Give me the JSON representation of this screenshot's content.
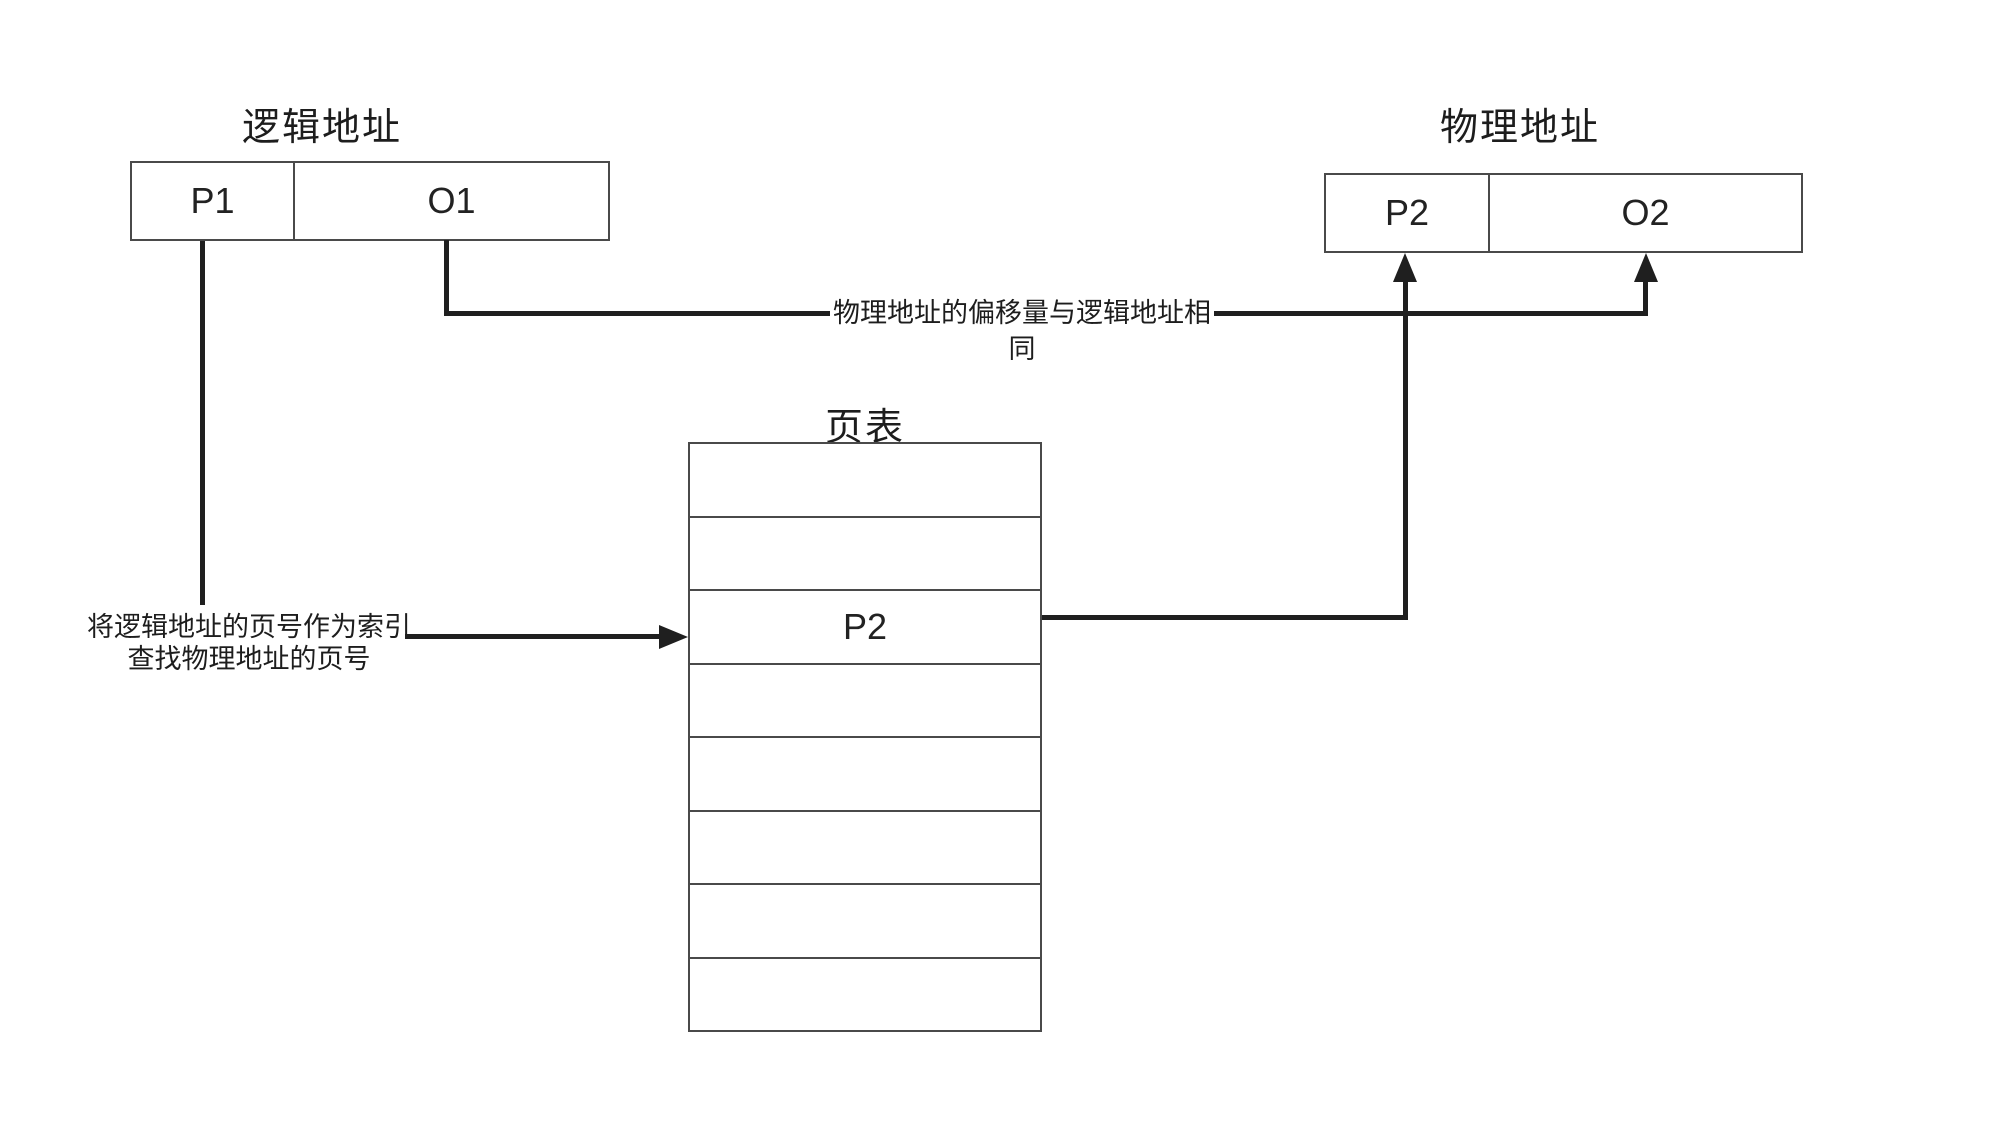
{
  "diagram": {
    "logical_address": {
      "title": "逻辑地址",
      "fields": [
        {
          "label": "P1"
        },
        {
          "label": "O1"
        }
      ]
    },
    "physical_address": {
      "title": "物理地址",
      "fields": [
        {
          "label": "P2"
        },
        {
          "label": "O2"
        }
      ]
    },
    "page_table": {
      "title": "页表",
      "rows": [
        "",
        "",
        "P2",
        "",
        "",
        "",
        "",
        ""
      ],
      "highlighted_row_index": 2,
      "row_count": 8
    },
    "annotations": {
      "offset_note": "物理地址的偏移量与逻辑地址相同",
      "index_note_line1": "将逻辑地址的页号作为索引",
      "index_note_line2": "查找物理地址的页号"
    },
    "colors": {
      "background": "#ffffff",
      "box_border": "#4a4a4a",
      "connector_line": "#1f1f1f",
      "text": "#1d1d1d"
    }
  }
}
